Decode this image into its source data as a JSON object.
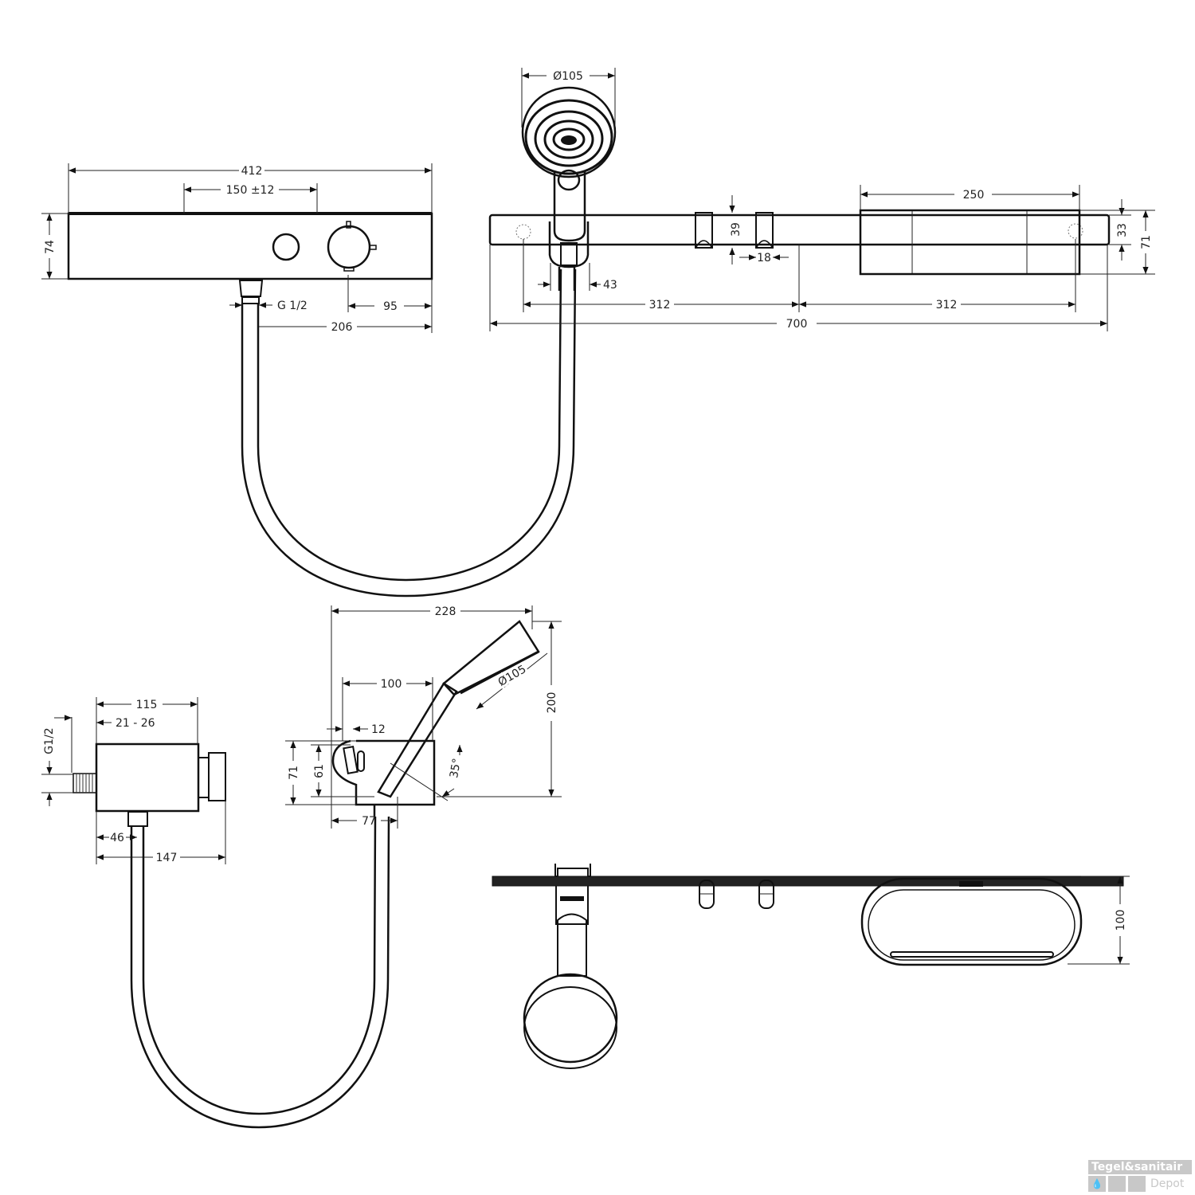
{
  "drawing": {
    "type": "technical dimension drawing",
    "subject": "thermostat shower set with rail, hand shower, hose and shelf",
    "units": "mm"
  },
  "views": {
    "thermostat_front": {
      "dims": {
        "width": "412",
        "spacing": "150 ±12",
        "height": "74",
        "connection": "G 1/2",
        "knob_offset": "95",
        "outlet_offset": "206"
      }
    },
    "rail_front": {
      "dims": {
        "handshower_diameter": "Ø105",
        "holder_width": "43",
        "hook_height": "39",
        "hook_width": "18",
        "shelf_width": "250",
        "rail_height": "33",
        "shelf_height": "71",
        "left_span": "312",
        "right_span": "312",
        "total_length": "700"
      }
    },
    "thermostat_side": {
      "dims": {
        "depth": "115",
        "adjust_range": "21 - 26",
        "thread": "G1/2",
        "outlet_pos": "46",
        "total_depth": "147"
      }
    },
    "holder_side": {
      "dims": {
        "overall_depth": "228",
        "holder_projection": "100",
        "wall_gap": "12",
        "head_diameter": "Ø105",
        "overall_height": "200",
        "holder_height": "71",
        "inner_height": "61",
        "angle": "35°",
        "base_depth": "77"
      }
    },
    "rail_top": {
      "dims": {
        "shelf_depth": "100"
      }
    }
  },
  "watermark": {
    "brand": "Tegel&sanitair",
    "sub": "Depot"
  }
}
